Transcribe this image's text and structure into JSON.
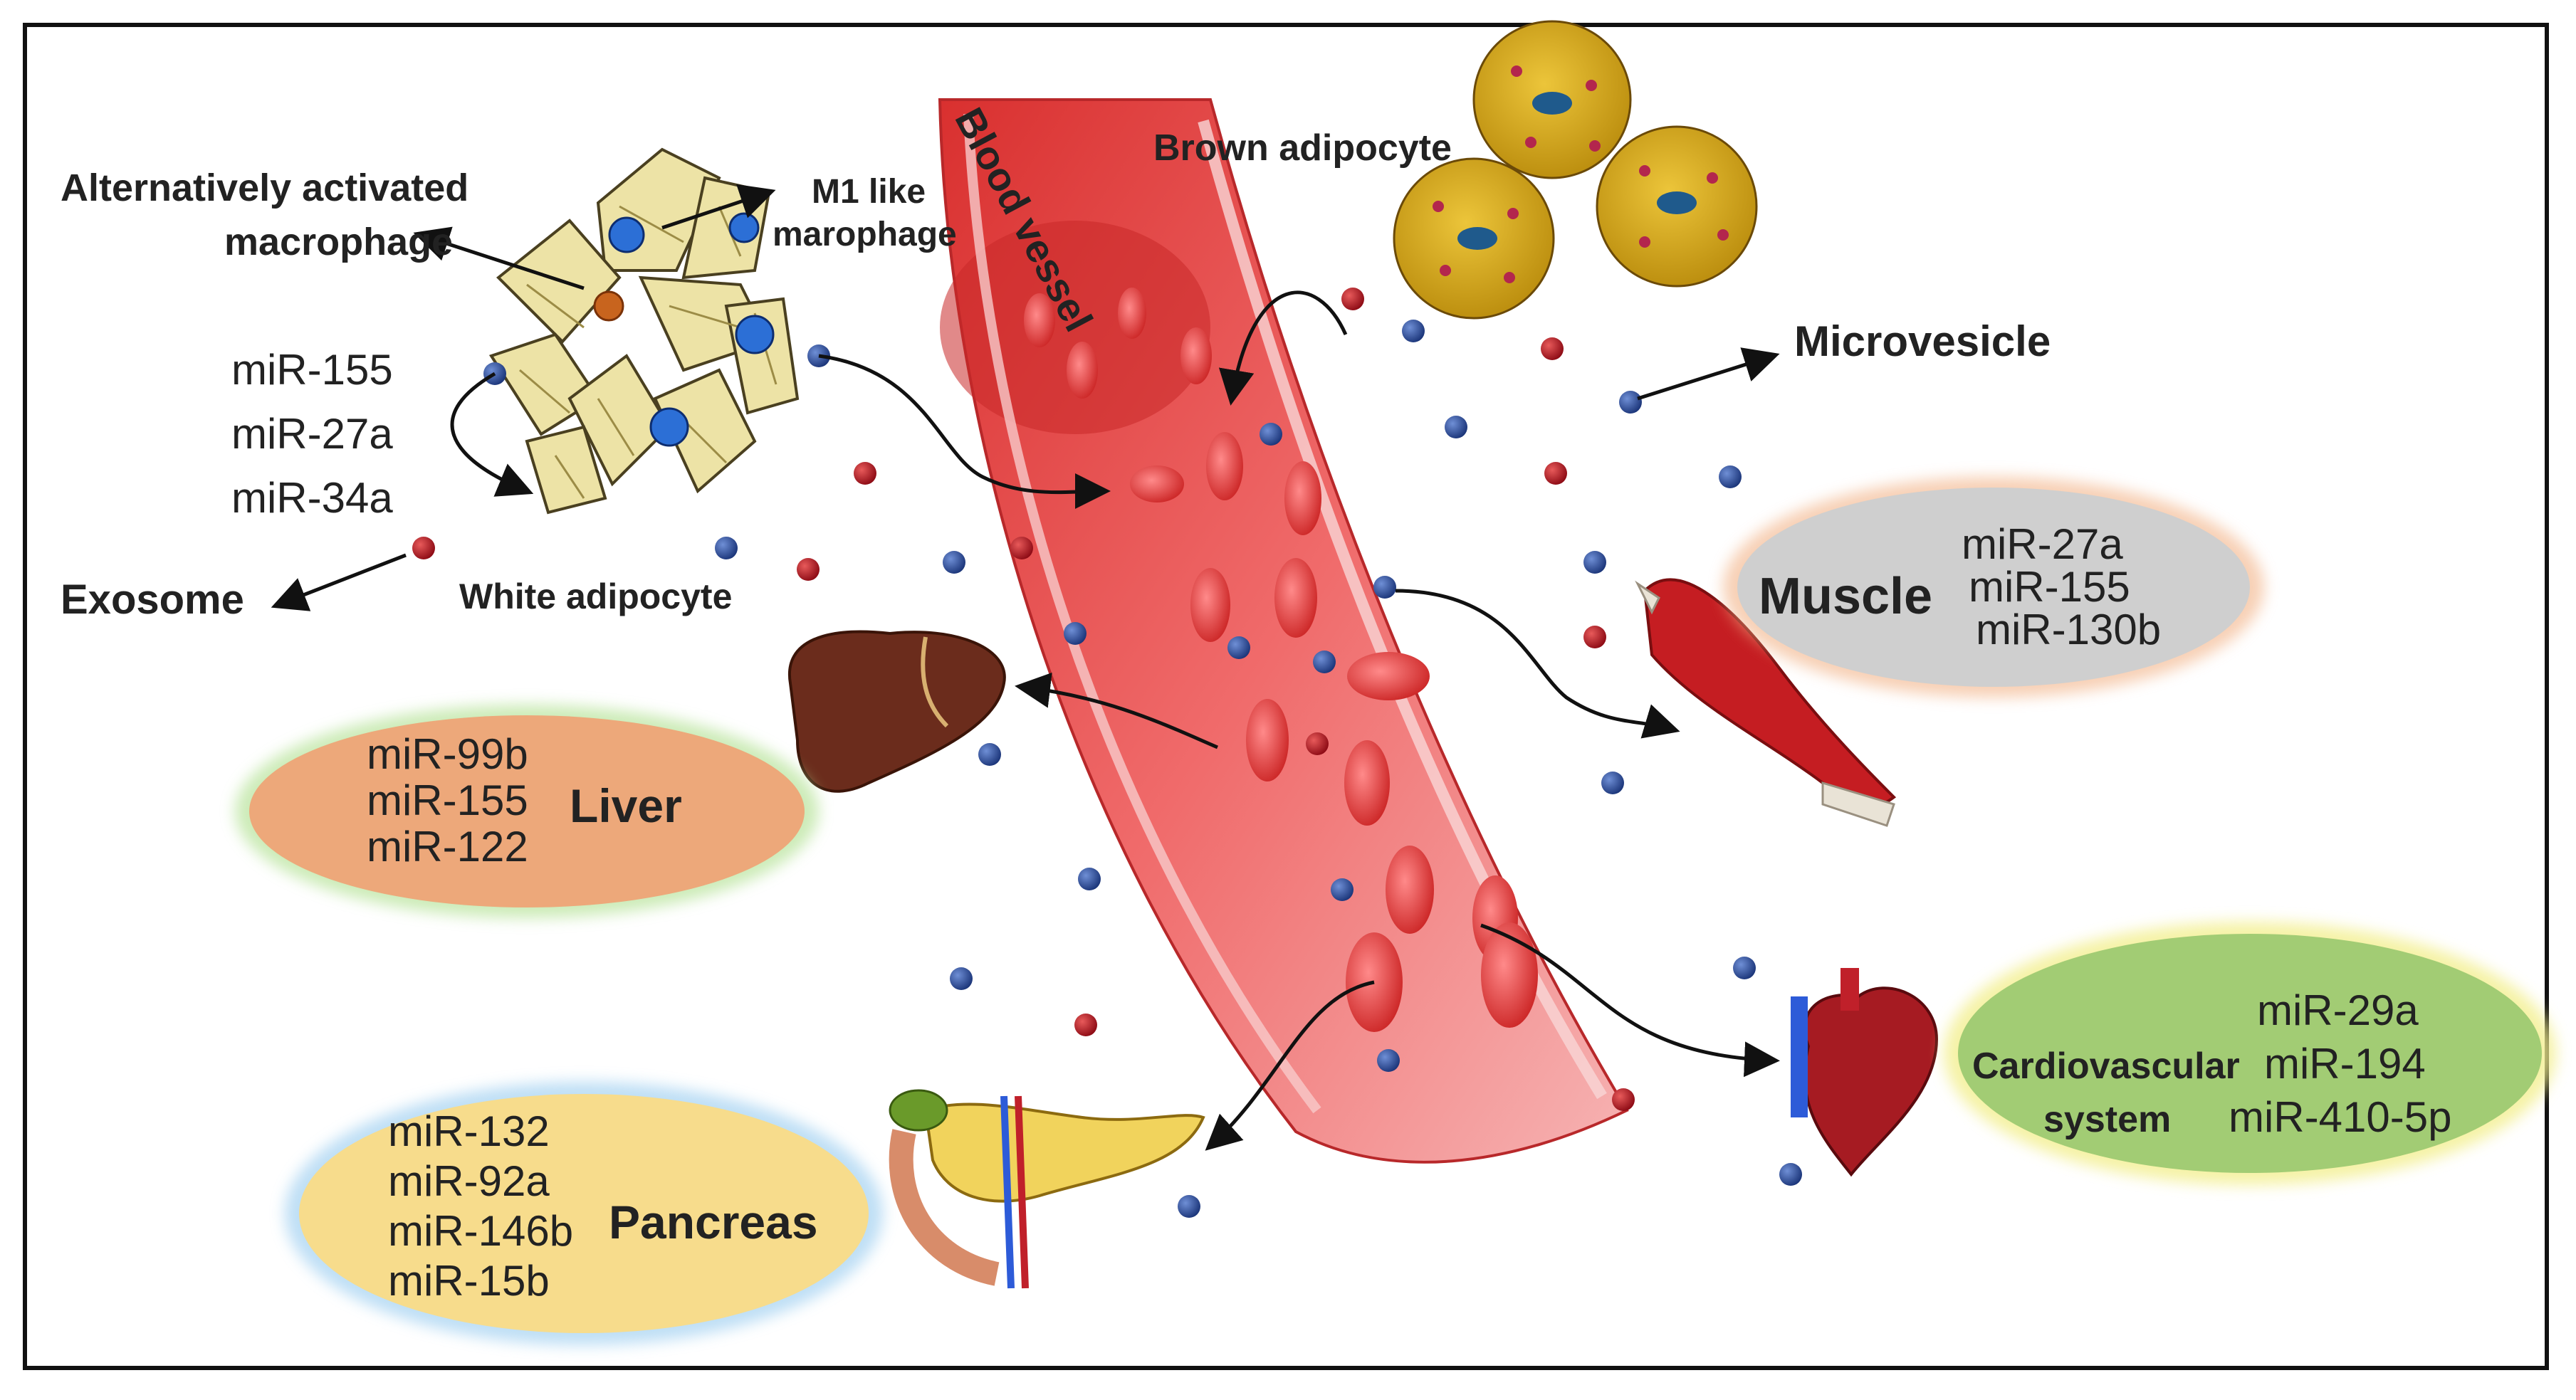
{
  "labels": {
    "alt_macrophage_1": "Alternatively activated",
    "alt_macrophage_2": "macrophage",
    "m1_macrophage_1": "M1 like",
    "m1_macrophage_2": "marophage",
    "white_adipocyte": "White adipocyte",
    "exosome": "Exosome",
    "blood_vessel": "Blood vessel",
    "brown_adipocyte": "Brown adipocyte",
    "microvesicle": "Microvesicle"
  },
  "adipose_mirnas": [
    "miR-155",
    "miR-27a",
    "miR-34a"
  ],
  "organs": {
    "muscle": {
      "name": "Muscle",
      "mirnas": [
        "miR-27a",
        "miR-155",
        "miR-130b"
      ]
    },
    "liver": {
      "name": "Liver",
      "mirnas": [
        "miR-99b",
        "miR-155",
        "miR-122"
      ]
    },
    "pancreas": {
      "name": "Pancreas",
      "mirnas": [
        "miR-132",
        "miR-92a",
        "miR-146b",
        "miR-15b"
      ]
    },
    "cardiovascular": {
      "name_line1": "Cardiovascular",
      "name_line2": "system",
      "mirnas": [
        "miR-29a",
        "miR-194",
        "miR-410-5p"
      ]
    }
  },
  "colors": {
    "vesicle_blue": "#1f3f8f",
    "vesicle_red": "#b0101e",
    "vessel": "#e84a4a",
    "rbc": "#e03030",
    "brown_fat": "#d8ac18",
    "white_fat": "#ede3a6",
    "muscle_bg": "#cfcfcf",
    "liver_bg": "#eda87a",
    "pancreas_bg": "#f7dc8c",
    "cardio_bg": "#a2cc74"
  }
}
